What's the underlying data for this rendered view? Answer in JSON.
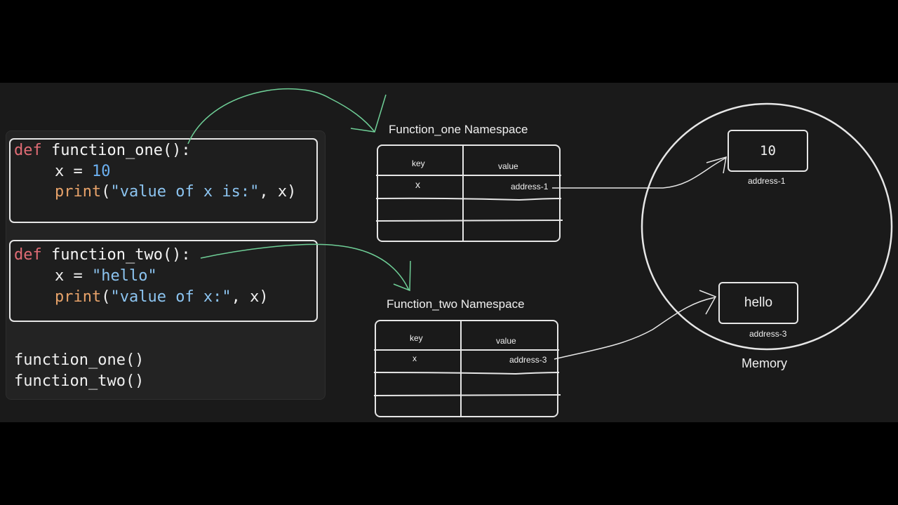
{
  "code": {
    "function_one": {
      "line1": {
        "keyword": "def",
        "name": "function_one():"
      },
      "line2": {
        "var": "x = ",
        "value": "10"
      },
      "line3": {
        "builtin": "print",
        "open": "(",
        "string": "\"value of x is:\"",
        "rest": ", x)"
      }
    },
    "function_two": {
      "line1": {
        "keyword": "def",
        "name": "function_two():"
      },
      "line2": {
        "var": "x = ",
        "value": "\"hello\""
      },
      "line3": {
        "builtin": "print",
        "open": "(",
        "string": "\"value of x:\"",
        "rest": ", x)"
      }
    },
    "calls": [
      "function_one()",
      "function_two()"
    ]
  },
  "namespaces": [
    {
      "title": "Function_one Namespace",
      "headers": {
        "key": "key",
        "value": "value"
      },
      "rows": [
        {
          "key": "x",
          "value": "address-1"
        },
        {
          "key": "",
          "value": ""
        },
        {
          "key": "",
          "value": ""
        }
      ]
    },
    {
      "title": "Function_two Namespace",
      "headers": {
        "key": "key",
        "value": "value"
      },
      "rows": [
        {
          "key": "x",
          "value": "address-3"
        },
        {
          "key": "",
          "value": ""
        },
        {
          "key": "",
          "value": ""
        }
      ]
    }
  ],
  "memory": {
    "label": "Memory",
    "objects": [
      {
        "value": "10",
        "address": "address-1"
      },
      {
        "value": "hello",
        "address": "address-3"
      }
    ]
  },
  "colors": {
    "background": "#1a1a1a",
    "letterbox": "#000000",
    "keyword": "#e06c75",
    "number": "#6cb1f2",
    "string": "#8cc4f0",
    "builtin": "#e8a36a",
    "arrow_green": "#6fcf97",
    "arrow_white": "#e6e6e6"
  }
}
